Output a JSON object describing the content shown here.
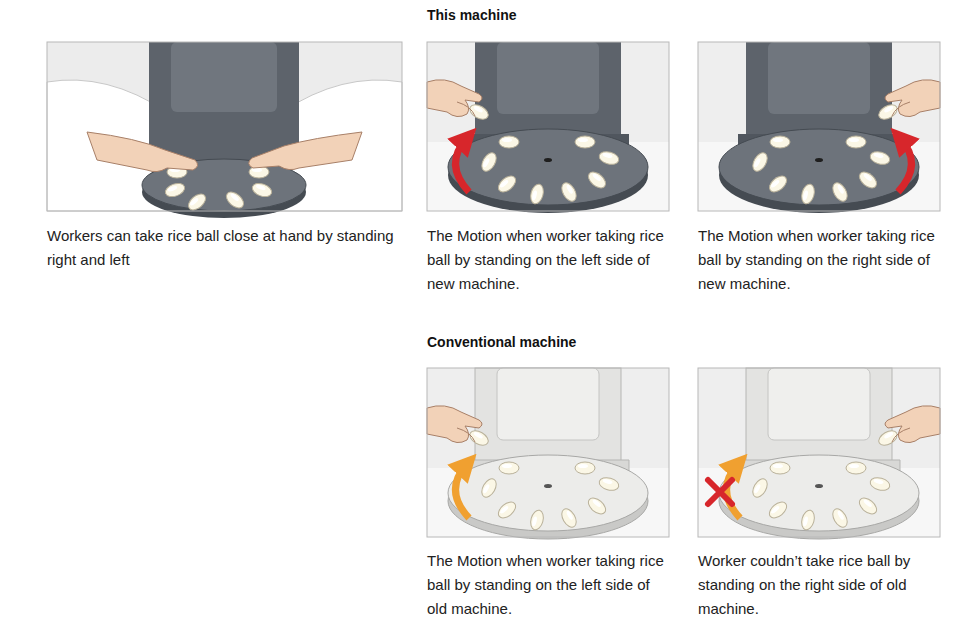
{
  "diagram": {
    "labels": [
      "This machine",
      "Workers can take rice ball close at hand by standing right and left",
      "The Motion when worker taking rice ball by standing on the left side of new machine.",
      "The Motion when worker taking rice ball by standing on the right side of new machine.",
      "Conventional machine",
      "The Motion when worker taking rice ball by standing on the left side of old machine.",
      "Worker couldn’t take rice ball by standing on the right side of old machine."
    ]
  }
}
